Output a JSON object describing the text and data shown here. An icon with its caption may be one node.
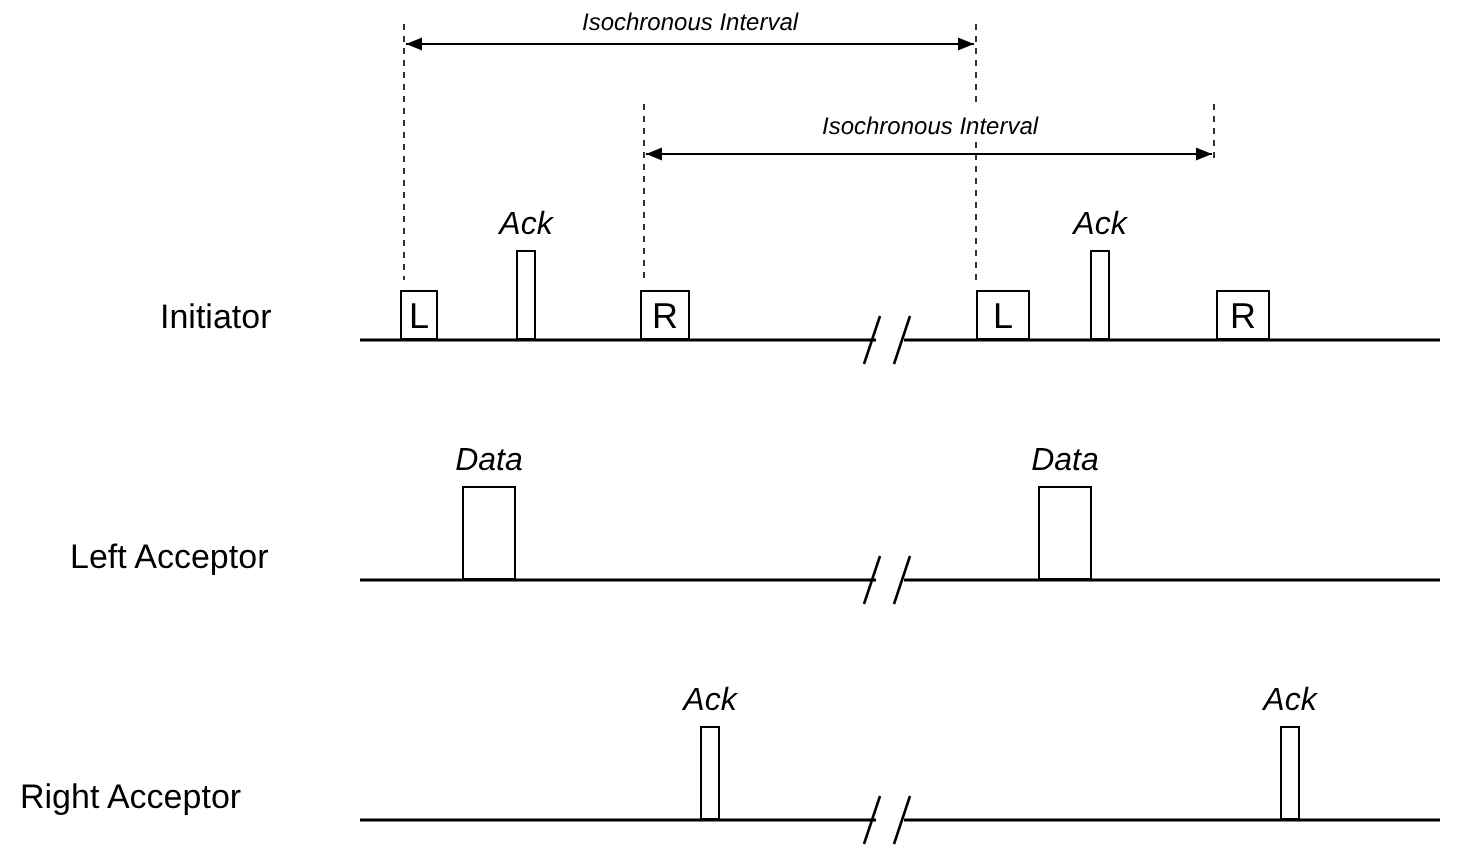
{
  "diagram": {
    "nodes": [
      {
        "text": [
          "L"
        ]
      },
      {
        "text": [
          "Ack"
        ]
      },
      {
        "text": [
          "R"
        ]
      },
      {
        "text": [
          "L"
        ]
      },
      {
        "text": [
          "Ack"
        ]
      },
      {
        "text": [
          "R"
        ]
      },
      {
        "text": [
          "Data"
        ]
      },
      {
        "text": [
          "Data"
        ]
      },
      {
        "text": [
          "Ack"
        ]
      },
      {
        "text": [
          "Ack"
        ]
      }
    ],
    "labels": [
      "Isochronous Interval",
      "Isochronous Interval",
      "Initiator",
      "Left Acceptor",
      "Right Acceptor"
    ]
  }
}
